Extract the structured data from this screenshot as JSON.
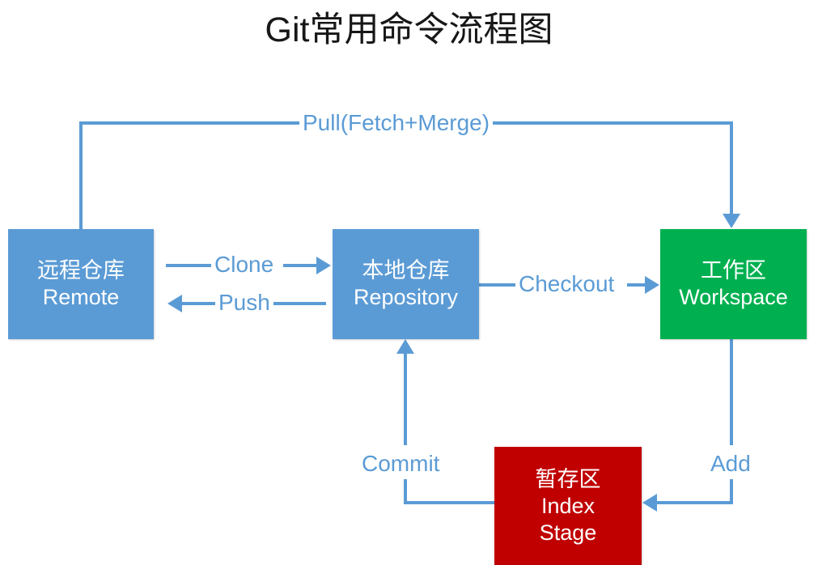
{
  "title": "Git常用命令流程图",
  "colors": {
    "blue": "#5B9BD5",
    "green": "#00B050",
    "red": "#C00000",
    "title_text": "#171717",
    "node_text": "#FFFFFF",
    "background": "#FFFFFF"
  },
  "nodes": {
    "remote": {
      "line1": "远程仓库",
      "line2": "Remote",
      "line3": "",
      "color": "#5B9BD5"
    },
    "repository": {
      "line1": "本地仓库",
      "line2": "Repository",
      "line3": "",
      "color": "#5B9BD5"
    },
    "workspace": {
      "line1": "工作区",
      "line2": "Workspace",
      "line3": "",
      "color": "#00B050"
    },
    "index": {
      "line1": "暂存区",
      "line2": "Index",
      "line3": "Stage",
      "color": "#C00000"
    }
  },
  "edges": {
    "pull": {
      "label": "Pull(Fetch+Merge)",
      "from": "remote",
      "to": "workspace"
    },
    "clone": {
      "label": "Clone",
      "from": "remote",
      "to": "repository"
    },
    "push": {
      "label": "Push",
      "from": "repository",
      "to": "remote"
    },
    "checkout": {
      "label": "Checkout",
      "from": "repository",
      "to": "workspace"
    },
    "commit": {
      "label": "Commit",
      "from": "index",
      "to": "repository"
    },
    "add": {
      "label": "Add",
      "from": "workspace",
      "to": "index"
    }
  }
}
